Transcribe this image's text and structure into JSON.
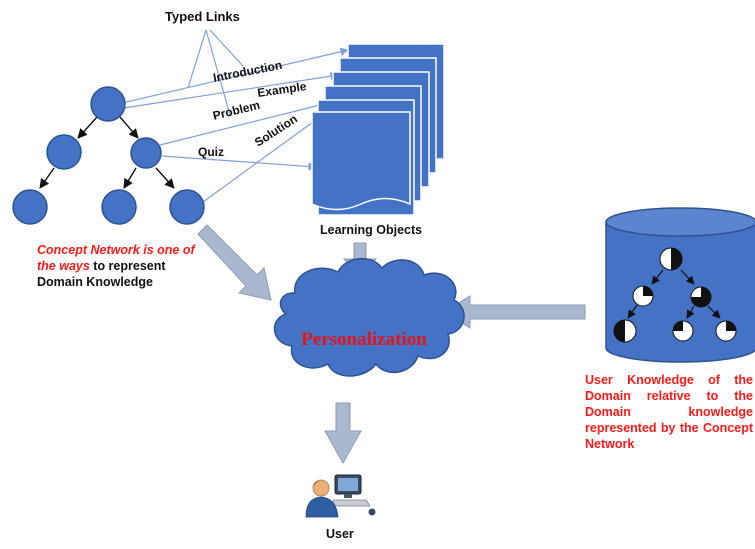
{
  "labels": {
    "typed_links": "Typed Links",
    "link_introduction": "Introduction",
    "link_example": "Example",
    "link_problem": "Problem",
    "link_solution": "Solution",
    "link_quiz": "Quiz",
    "learning_objects": "Learning Objects",
    "personalization": "Personalization",
    "user": "User"
  },
  "concept_caption": {
    "italic_part": "Concept Network is one of the ways",
    "regular_part": " to represent Domain Knowledge"
  },
  "user_knowledge_caption": "User Knowledge of the Domain relative to the Domain knowledge represented by the Concept Network",
  "colors": {
    "node_fill": "#4472c4",
    "node_stroke": "#2f528f",
    "arrow_fill": "#aab8cf",
    "arrow_stroke": "#8c9bb8",
    "caption_red": "#ff1a1a",
    "personalization_text": "#e3141a",
    "link_line": "#7fa0d8"
  }
}
